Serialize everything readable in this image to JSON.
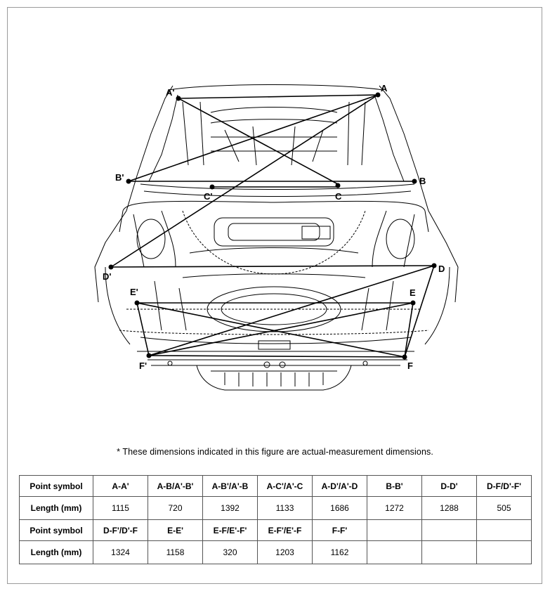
{
  "points": {
    "A": "A",
    "A_prime": "A'",
    "B": "B",
    "B_prime": "B'",
    "C": "C",
    "C_prime": "C'",
    "D": "D",
    "D_prime": "D'",
    "E": "E",
    "E_prime": "E'",
    "F": "F",
    "F_prime": "F'"
  },
  "note": "* These dimensions indicated in this figure are actual-measurement dimensions.",
  "table": {
    "rows": [
      [
        "Point symbol",
        "A-A'",
        "A-B/A'-B'",
        "A-B'/A'-B",
        "A-C'/A'-C",
        "A-D'/A'-D",
        "B-B'",
        "D-D'",
        "D-F/D'-F'"
      ],
      [
        "Length (mm)",
        "1115",
        "720",
        "1392",
        "1133",
        "1686",
        "1272",
        "1288",
        "505"
      ],
      [
        "Point symbol",
        "D-F'/D'-F",
        "E-E'",
        "E-F/E'-F'",
        "E-F'/E'-F",
        "F-F'",
        "",
        "",
        ""
      ],
      [
        "Length (mm)",
        "1324",
        "1158",
        "320",
        "1203",
        "1162",
        "",
        "",
        ""
      ]
    ]
  }
}
